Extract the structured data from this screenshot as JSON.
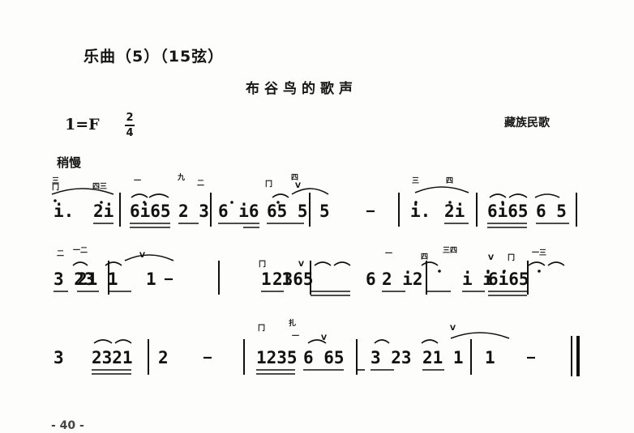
{
  "header": {
    "label": "乐曲（5）（15弦）"
  },
  "title": "布谷鸟的歌声",
  "key": {
    "signature": "1=F",
    "time_num": "2",
    "time_den": "4"
  },
  "attribution": "藏族民歌",
  "tempo": "稍慢",
  "page_number": "- 40 -",
  "score": {
    "rows": [
      {
        "notes": [
          "i.",
          "2i",
          "|",
          "6i65",
          "2 3",
          "|",
          "6 i6",
          "65 5",
          "|",
          "5",
          "-",
          "|",
          "i.",
          "2i",
          "|",
          "6i65",
          "6 5",
          "|"
        ]
      },
      {
        "notes": [
          "3 23",
          "21 1",
          "|",
          "1",
          "-",
          "|",
          "1 1",
          "2365",
          "|",
          "6",
          "2 i2",
          "|",
          "i i",
          "6i65",
          "|"
        ]
      },
      {
        "notes": [
          "3",
          "2321",
          "|",
          "2",
          "-",
          "|",
          "1235",
          "6 65",
          "|",
          "3 23",
          "21 1",
          "|",
          "1",
          "-",
          "‖"
        ]
      }
    ],
    "markings": [
      "三",
      "冂",
      "四三",
      "一",
      "九",
      "二",
      "冂",
      "四",
      "V",
      "三",
      "四",
      "二",
      "一二",
      "V",
      "冂",
      "V",
      "一",
      "四",
      "三四",
      "V",
      "冂",
      "一三",
      "V",
      "冂",
      "扎",
      "一",
      "V"
    ]
  }
}
